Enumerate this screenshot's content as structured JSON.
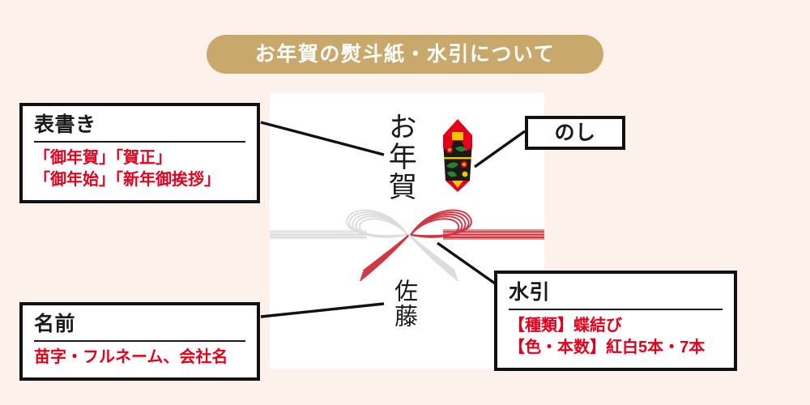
{
  "page": {
    "background_color": "#fdf1eb"
  },
  "header": {
    "title": "お年賀の熨斗紙・水引について",
    "pill_color": "#c9a96b",
    "title_color": "#ffffff"
  },
  "noshi_paper": {
    "omotegaki_text": "お年賀",
    "name_text": "佐藤",
    "mizuhiki_left_color": "#dcdcdc",
    "mizuhiki_right_color": "#cf3742",
    "ornament_name": "noshi-ornament"
  },
  "callouts": [
    {
      "id": "omotegaki",
      "heading": "表書き",
      "lines": [
        "「御年賀」「賀正」",
        "「御年始」「新年御挨拶」"
      ],
      "accent_color": "#e4001b"
    },
    {
      "id": "namae",
      "heading": "名前",
      "lines": [
        "苗字・フルネーム、会社名"
      ],
      "accent_color": "#e4001b"
    },
    {
      "id": "mizuhiki",
      "heading": "水引",
      "lines": [
        "【種類】蝶結び",
        "【色・本数】紅白5本・7本"
      ],
      "accent_color": "#e4001b"
    },
    {
      "id": "noshi",
      "heading": "のし",
      "lines": [],
      "accent_color": "#e4001b"
    }
  ]
}
